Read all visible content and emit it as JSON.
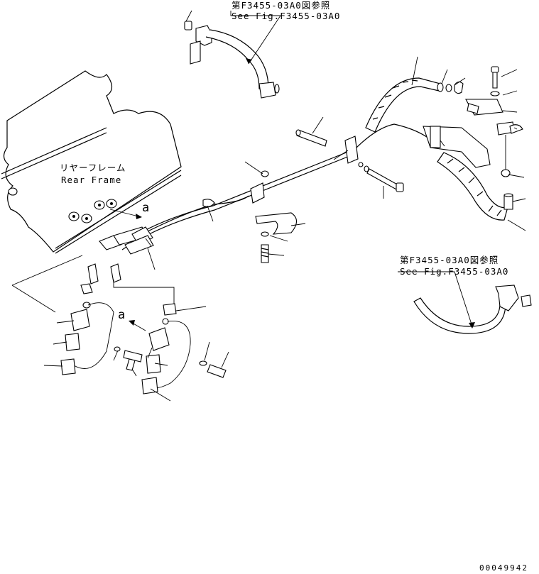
{
  "refs": {
    "top_jp": "第F3455-03A0図参照",
    "top_en": "See Fig.F3455-03A0",
    "right_jp": "第F3455-03A0図参照",
    "right_en": "See Fig.F3455-03A0"
  },
  "frame": {
    "label_jp": "リヤーフレーム",
    "label_en": "Rear Frame"
  },
  "markers": {
    "a_upper": "a",
    "a_lower": "a"
  },
  "drawing_number": "00049942"
}
